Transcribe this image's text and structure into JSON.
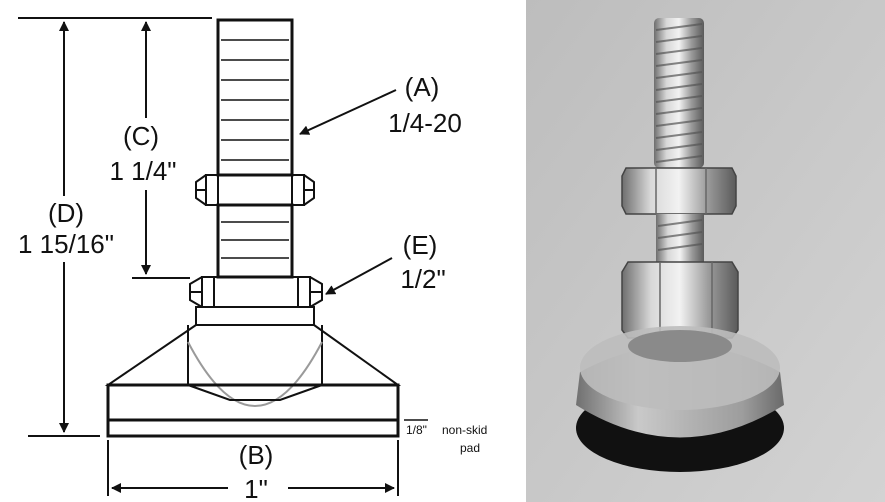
{
  "labels": {
    "a_letter": "(A)",
    "a_value": "1/4-20",
    "b_letter": "(B)",
    "b_value": "1\"",
    "c_letter": "(C)",
    "c_value": "1 1/4\"",
    "d_letter": "(D)",
    "d_value": "1 15/16\"",
    "e_letter": "(E)",
    "e_value": "1/2\"",
    "pad_size": "1/8\"",
    "pad_text_1": "non-skid",
    "pad_text_2": "pad"
  }
}
